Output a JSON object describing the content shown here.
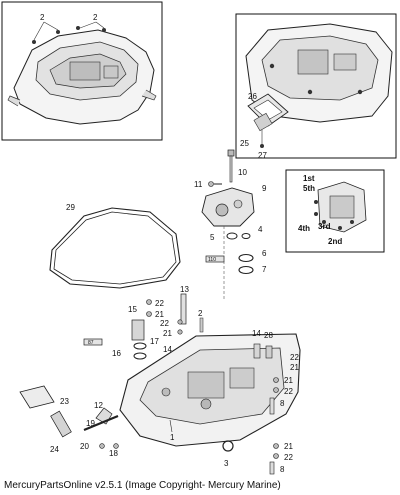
{
  "footer": {
    "copyright": "MercuryPartsOnline v2.5.1 (Image Copyright- Mercury Marine)"
  },
  "callouts": {
    "top_left": [
      "2",
      "2"
    ],
    "top_right": [
      "26",
      "25",
      "27"
    ],
    "upper_middle": [
      "10",
      "11",
      "9",
      "29",
      "5",
      "4",
      "6",
      "7"
    ],
    "tube_labels": [
      "110",
      "87"
    ],
    "inset": [
      "1st",
      "5th",
      "4th",
      "3rd",
      "2nd"
    ],
    "lower_left": [
      "15",
      "22",
      "21",
      "13",
      "22",
      "21",
      "2",
      "17",
      "16",
      "14",
      "23",
      "12",
      "19",
      "24",
      "20",
      "18"
    ],
    "lower_right": [
      "14",
      "28",
      "21",
      "22",
      "21",
      "22",
      "8",
      "1",
      "21",
      "22",
      "3",
      "8"
    ]
  }
}
